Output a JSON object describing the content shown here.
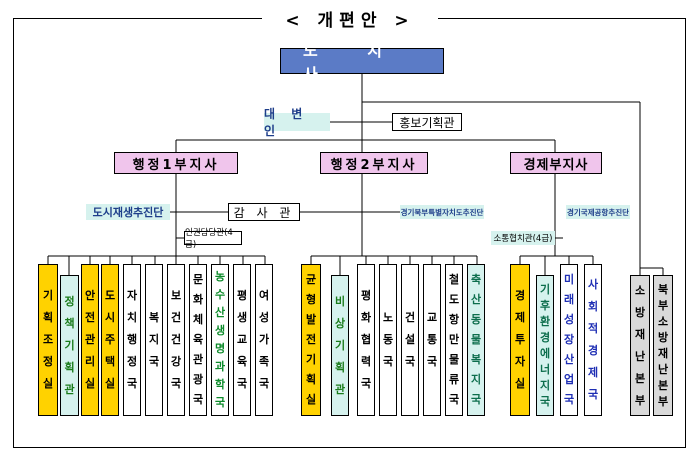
{
  "title": "< 개편안 >",
  "root": "도 지 사",
  "advisors": {
    "spokesperson": "대 변 인",
    "pr": "홍보기획관"
  },
  "deputies": [
    {
      "label": "행정1부지사"
    },
    {
      "label": "행정2부지사"
    },
    {
      "label": "경제부지사"
    }
  ],
  "mid": {
    "urban": "도시재생추진단",
    "audit": "감 사 관",
    "north": "경기북부특별자치도추진단",
    "airport": "경기국제공항추진단",
    "hr": "인권담당관(4급)",
    "comm": "소통협치관(4급)"
  },
  "depts": [
    {
      "label": "기획조정실",
      "style": "yellow"
    },
    {
      "label": "정책기획관",
      "style": "green"
    },
    {
      "label": "안전관리실",
      "style": "yellow"
    },
    {
      "label": "도시주택실",
      "style": "yellow"
    },
    {
      "label": "자치행정국",
      "style": "white"
    },
    {
      "label": "복지국",
      "style": "white"
    },
    {
      "label": "보건건강국",
      "style": "white"
    },
    {
      "label": "문화체육관광국",
      "style": "white"
    },
    {
      "label": "농수산생명과학국",
      "style": "white-g"
    },
    {
      "label": "평생교육국",
      "style": "white"
    },
    {
      "label": "여성가족국",
      "style": "white"
    },
    {
      "label": "균형발전기획실",
      "style": "yellow"
    },
    {
      "label": "비상기획관",
      "style": "green"
    },
    {
      "label": "평화협력국",
      "style": "white"
    },
    {
      "label": "노동국",
      "style": "white"
    },
    {
      "label": "건설국",
      "style": "white"
    },
    {
      "label": "교통국",
      "style": "white"
    },
    {
      "label": "철도항만물류국",
      "style": "white"
    },
    {
      "label": "축산동물복지국",
      "style": "green2"
    },
    {
      "label": "경제투자실",
      "style": "yellow"
    },
    {
      "label": "기후환경에너지국",
      "style": "green2"
    },
    {
      "label": "미래성장산업국",
      "style": "blue"
    },
    {
      "label": "사회적경제국",
      "style": "blue"
    },
    {
      "label": "소방재난본부",
      "style": "gray"
    },
    {
      "label": "북부소방재난본부",
      "style": "gray"
    }
  ],
  "colors": {
    "root": "#5b7bc6",
    "deputy": "#f0c5ec",
    "yellow": "#ffd200",
    "mint": "#d6f2ee",
    "gray": "#d9d9d9"
  }
}
